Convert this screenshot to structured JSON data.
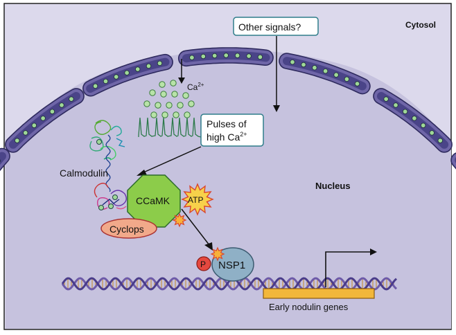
{
  "labels": {
    "cytosol": "Cytosol",
    "nucleus": "Nucleus",
    "other_signals": "Other signals?",
    "ca2": "Ca",
    "ca2_sup": "2+",
    "pulses_line1": "Pulses of",
    "pulses_line2": "high Ca",
    "pulses_sup": "2+",
    "calmodulin": "Calmodulin",
    "ccamk": "CCaMK",
    "atp": "ATP",
    "cyclops": "Cyclops",
    "phosphate": "P",
    "nsp1": "NSP1",
    "early_nodulin_genes": "Early nodulin genes"
  },
  "colors": {
    "cytosol_bg": "#dcd9ec",
    "nucleus_bg": "#c2bedc",
    "membrane_fill": "#6f66a8",
    "pore_fill": "#2e2a5e",
    "vesicle_dot": "#9fd898",
    "ccamk_fill": "#8ccc4a",
    "atp_fill": "#f7d14a",
    "cyclops_fill": "#f1a98a",
    "nsp1_fill": "#8fb0c6",
    "phosphate_fill": "#e5483f",
    "gene_box_fill": "#f2b73a",
    "label_box_border": "#2f7d8a"
  }
}
